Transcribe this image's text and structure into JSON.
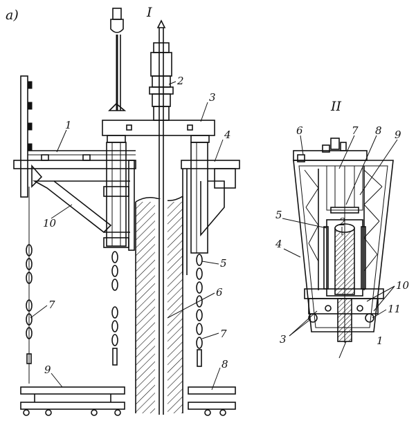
{
  "view_a_label": "а)",
  "view_I_label": "I",
  "view_II_label": "II",
  "callouts_I": [
    "1",
    "2",
    "3",
    "4",
    "5",
    "6",
    "7",
    "7",
    "8",
    "9",
    "10"
  ],
  "callouts_II": [
    "1",
    "2",
    "3",
    "4",
    "5",
    "6",
    "7",
    "8",
    "9",
    "10",
    "11"
  ]
}
